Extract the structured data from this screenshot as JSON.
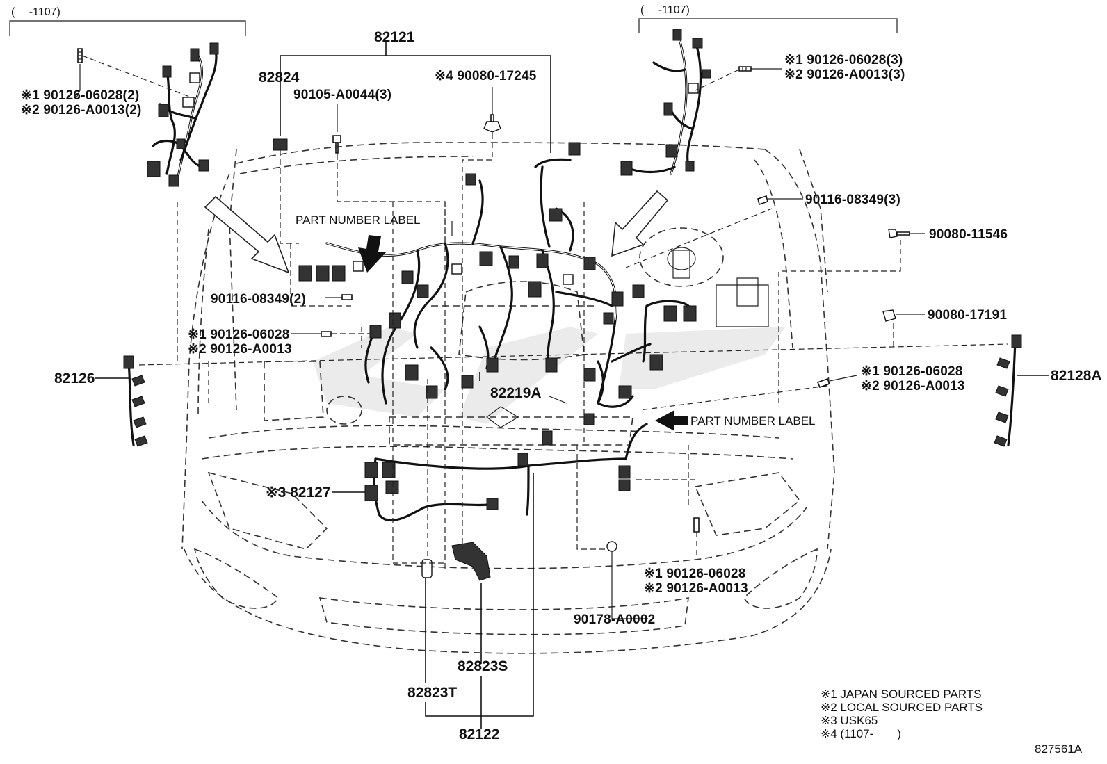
{
  "diagram_code": "827561A",
  "brackets": {
    "left": "(　 -1107)",
    "right": "(　 -1107)"
  },
  "labels": {
    "p82121": "82121",
    "p82824": "82824",
    "p90105": "90105-A0044(3)",
    "p90080_17245": "※4 90080-17245",
    "tl_j": "※1 90126-06028(2)",
    "tl_l": "※2 90126-A0013(2)",
    "tr_j": "※1 90126-06028(3)",
    "tr_l": "※2 90126-A0013(3)",
    "p90116_3": "90116-08349(3)",
    "p90080_11546": "90080-11546",
    "p90080_17191": "90080-17191",
    "pn_label_1": "PART NUMBER LABEL",
    "pn_label_2": "PART NUMBER LABEL",
    "p90116_2": "90116-08349(2)",
    "ml_j": "※1 90126-06028",
    "ml_l": "※2 90126-A0013",
    "p82126": "82126",
    "p82128A": "82128A",
    "mr_j": "※1 90126-06028",
    "mr_l": "※2 90126-A0013",
    "p82219A": "82219A",
    "p82127": "※3 82127",
    "br_j": "※1 90126-06028",
    "br_l": "※2 90126-A0013",
    "p90178": "90178-A0002",
    "p82823S": "82823S",
    "p82823T": "82823T",
    "p82122": "82122"
  },
  "legend": [
    "※1  JAPAN SOURCED PARTS",
    "※2  LOCAL SOURCED PARTS",
    "※3  USK65",
    "※4  (1107-　　)"
  ]
}
